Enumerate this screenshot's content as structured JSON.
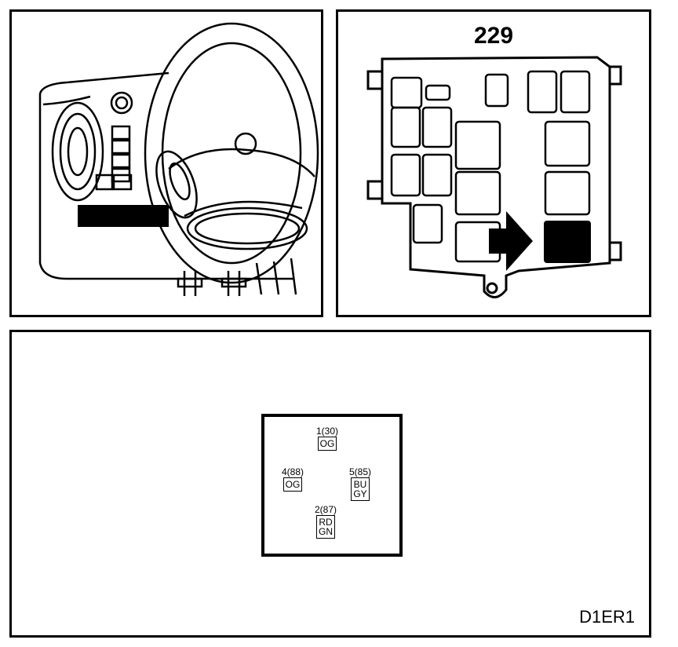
{
  "fuse_panel": {
    "title": "229"
  },
  "connector": {
    "pins": [
      {
        "number": "1(30)",
        "colors": [
          "OG"
        ]
      },
      {
        "number": "4(88)",
        "colors": [
          "OG"
        ]
      },
      {
        "number": "5(85)",
        "colors": [
          "BU",
          "GY"
        ]
      },
      {
        "number": "2(87)",
        "colors": [
          "RD",
          "GN"
        ]
      }
    ]
  },
  "diagram_code": "D1ER1",
  "colors": {
    "line": "#000000",
    "background": "#ffffff"
  }
}
